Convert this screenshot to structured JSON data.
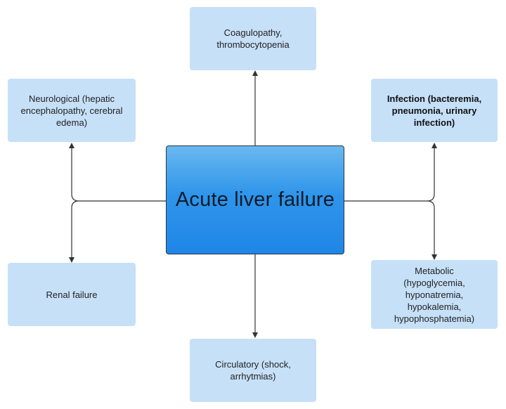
{
  "center": {
    "label": "Acute liver failure"
  },
  "complications": {
    "coagulopathy": "Coagulopathy,\nthrombocytopenia",
    "neurological": "Neurological (hepatic\nencephalopathy, cerebral\nedema)",
    "infection": "Infection (bacteremia,\npneumonia, urinary\ninfection)",
    "renal": "Renal failure",
    "metabolic": "Metabolic\n(hypoglycemia,\nhyponatremia,\nhypokalemia,\nhypophosphatemia)",
    "circulatory": "Circulatory (shock,\narrhytmias)"
  },
  "colors": {
    "node_fill": "#c6e0f8",
    "center_fill_top": "#6ab8f0",
    "center_fill_bottom": "#1f86e6",
    "connector": "#333333"
  }
}
